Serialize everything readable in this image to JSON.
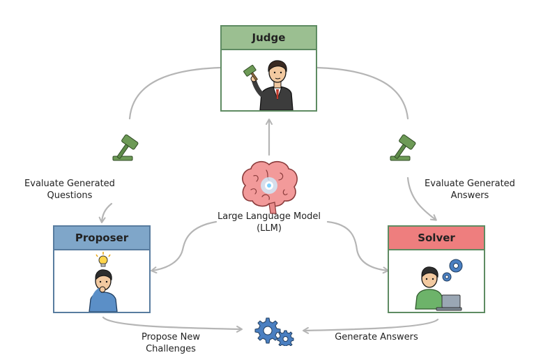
{
  "judge": {
    "title": "Judge",
    "header_color": "#9bbf91",
    "border_color": "#5e8b62"
  },
  "proposer": {
    "title": "Proposer",
    "header_color": "#7fa6c9",
    "border_color": "#587c9f"
  },
  "solver": {
    "title": "Solver",
    "header_color": "#ee7e7e",
    "border_color": "#5e8b62"
  },
  "llm": {
    "line1": "Large Language Model",
    "line2": "(LLM)"
  },
  "edges": {
    "evaluate_questions": {
      "line1": "Evaluate Generated",
      "line2": "Questions"
    },
    "evaluate_answers": {
      "line1": "Evaluate Generated",
      "line2": "Answers"
    },
    "propose": {
      "line1": "Propose New",
      "line2": "Challenges"
    },
    "generate": {
      "line1": "Generate Answers"
    }
  },
  "icons": [
    "gavel-icon",
    "brain-icon",
    "gears-icon",
    "lightbulb-icon",
    "laptop-icon"
  ]
}
